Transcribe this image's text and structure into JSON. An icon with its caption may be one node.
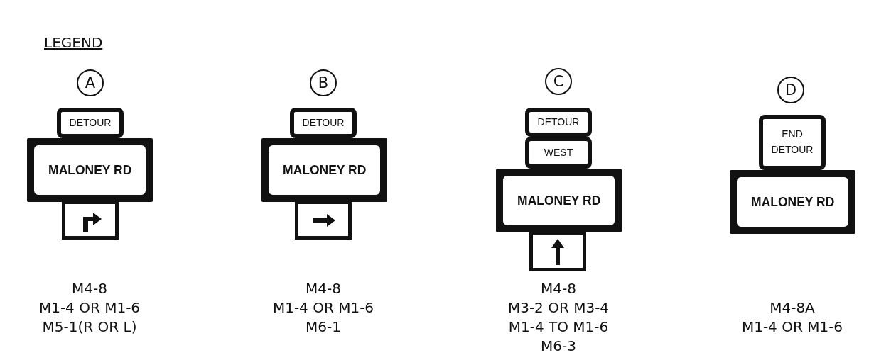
{
  "diagram": {
    "title": "LEGEND",
    "nodes": [
      {
        "text": [
          "A"
        ]
      },
      {
        "text": [
          "DETOUR"
        ]
      },
      {
        "text": [
          "MALONEY RD"
        ]
      },
      {
        "text": [],
        "shape": "picture"
      },
      {
        "text": [
          "B"
        ]
      },
      {
        "text": [
          "DETOUR"
        ]
      },
      {
        "text": [
          "MALONEY RD"
        ]
      },
      {
        "text": [],
        "shape": "picture"
      },
      {
        "text": [
          "C"
        ]
      },
      {
        "text": [
          "DETOUR"
        ]
      },
      {
        "text": [
          "WEST"
        ]
      },
      {
        "text": [
          "MALONEY RD"
        ]
      },
      {
        "text": [],
        "shape": "picture"
      },
      {
        "text": [
          "D"
        ]
      },
      {
        "text": [
          "END DETOUR"
        ]
      },
      {
        "text": [
          "MALONEY RD"
        ]
      }
    ],
    "labels": [
      "M4-8",
      "M1-4 OR M1-6",
      "M5-1(R OR L)",
      "M4-8",
      "M1-4 OR M1-6",
      "M6-1",
      "M4-8",
      "M3-2 OR M3-4",
      "M1-4 TO M1-6",
      "M6-3",
      "M4-8A",
      "M1-4 OR M1-6"
    ]
  }
}
